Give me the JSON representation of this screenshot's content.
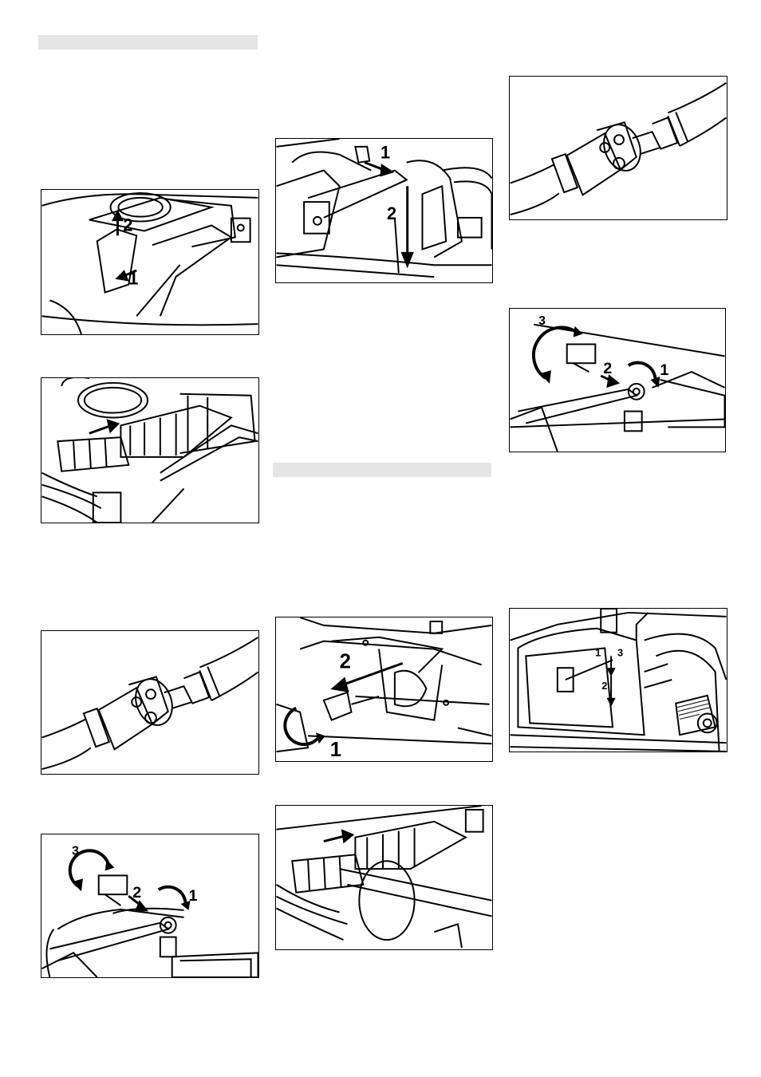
{
  "page": {
    "section_bars": [
      "",
      ""
    ]
  },
  "figures": [
    {
      "id": "fig-left-1",
      "callouts": [
        "2",
        "1"
      ]
    },
    {
      "id": "fig-left-2",
      "callouts": []
    },
    {
      "id": "fig-left-3",
      "callouts": []
    },
    {
      "id": "fig-left-4",
      "callouts": [
        "3",
        "2",
        "1"
      ]
    },
    {
      "id": "fig-mid-1",
      "callouts": [
        "1",
        "2"
      ]
    },
    {
      "id": "fig-mid-2",
      "callouts": [
        "2",
        "1"
      ]
    },
    {
      "id": "fig-mid-3",
      "callouts": []
    },
    {
      "id": "fig-right-1",
      "callouts": []
    },
    {
      "id": "fig-right-2",
      "callouts": [
        "3",
        "2",
        "1"
      ]
    },
    {
      "id": "fig-right-3",
      "callouts": [
        "1",
        "3",
        "2"
      ]
    }
  ]
}
